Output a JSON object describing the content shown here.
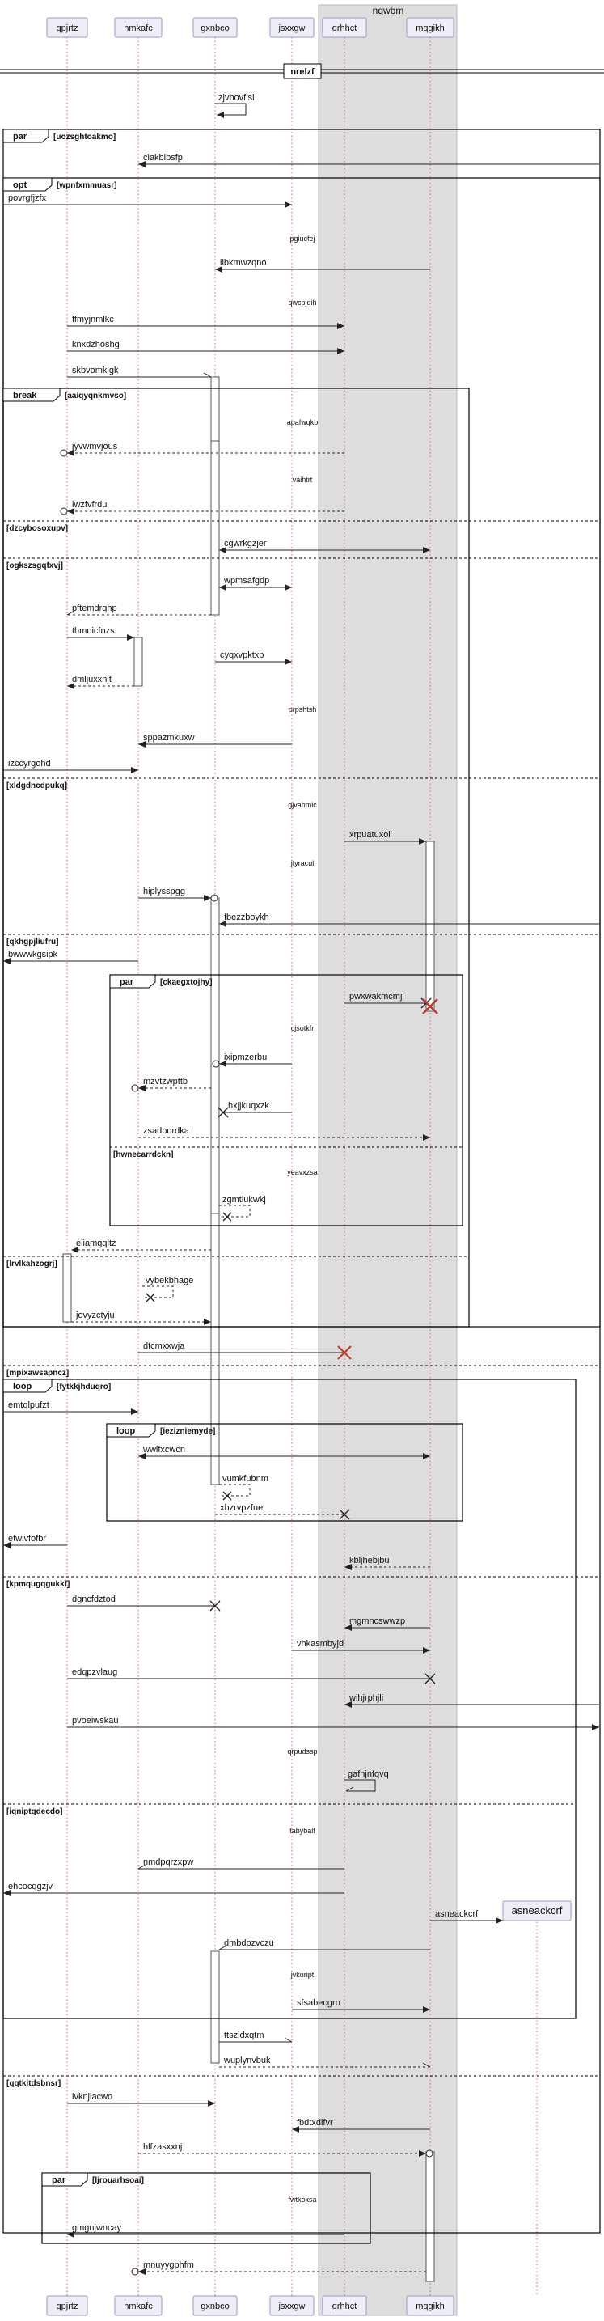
{
  "box": {
    "label": "nqwbm",
    "fill": "#dddddd"
  },
  "participants": [
    {
      "id": "qpjrtz",
      "label": "qpjrtz"
    },
    {
      "id": "hmkafc",
      "label": "hmkafc"
    },
    {
      "id": "gxnbco",
      "label": "gxnbco"
    },
    {
      "id": "jsxxgw",
      "label": "jsxxgw"
    },
    {
      "id": "qrhhct",
      "label": "qrhhct"
    },
    {
      "id": "mqgikh",
      "label": "mqgikh"
    },
    {
      "id": "asneackcrf",
      "label": "asneackcrf"
    }
  ],
  "dividers": [
    {
      "label": "nrelzf"
    }
  ],
  "messages": [
    {
      "label": "zjvbovfisi"
    },
    {
      "label": "ciakblbsfp"
    },
    {
      "label": "povrgfjzfx"
    },
    {
      "label": "pgiucfej"
    },
    {
      "label": "iibkmwzqno"
    },
    {
      "label": "qwcpjdih"
    },
    {
      "label": "ffmyjnmlkc"
    },
    {
      "label": "knxdzhoshg"
    },
    {
      "label": "skbvomkigk"
    },
    {
      "label": "apafwqkb"
    },
    {
      "label": "jyvwmvjous"
    },
    {
      "label": "vaihtrt"
    },
    {
      "label": "iwzfvfrdu"
    },
    {
      "label": "cgwrkgzjer"
    },
    {
      "label": "wpmsafgdp"
    },
    {
      "label": "pftemdrqhp"
    },
    {
      "label": "thmoicfnzs"
    },
    {
      "label": "cyqxvpktxp"
    },
    {
      "label": "dmljuxxnjt"
    },
    {
      "label": "prpshtsh"
    },
    {
      "label": "sppazmkuxw"
    },
    {
      "label": "izccyrgohd"
    },
    {
      "label": "gjvahmic"
    },
    {
      "label": "xrpuatuxoi"
    },
    {
      "label": "jtyracul"
    },
    {
      "label": "hiplysspgg"
    },
    {
      "label": "fbezzboykh"
    },
    {
      "label": "bwwwkgsipk"
    },
    {
      "label": "pwxwakmcmj"
    },
    {
      "label": "cjsotkfr"
    },
    {
      "label": "ixipmzerbu"
    },
    {
      "label": "mzvtzwpttb"
    },
    {
      "label": "hxjjkuqxzk"
    },
    {
      "label": "zsadbordka"
    },
    {
      "label": "yeavxzsa"
    },
    {
      "label": "zgmtlukwkj"
    },
    {
      "label": "eliamgqltz"
    },
    {
      "label": "vybekbhage"
    },
    {
      "label": "jovyzctyju"
    },
    {
      "label": "dtcmxxwja"
    },
    {
      "label": "emtqlpufzt"
    },
    {
      "label": "wwlfxcwcn"
    },
    {
      "label": "vumkfubnm"
    },
    {
      "label": "xhzrvpzfue"
    },
    {
      "label": "etwlvfofbr"
    },
    {
      "label": "kbljhebjbu"
    },
    {
      "label": "dgncfdztod"
    },
    {
      "label": "mgmncswwzp"
    },
    {
      "label": "vhkasmbyjd"
    },
    {
      "label": "edqpzvlaug"
    },
    {
      "label": "wihjrphjli"
    },
    {
      "label": "pvoeiwskau"
    },
    {
      "label": "qrpudssp"
    },
    {
      "label": "gafnjnfqvq"
    },
    {
      "label": "tabybalf"
    },
    {
      "label": "nmdpqrzxpw"
    },
    {
      "label": "ehcocqgzjv"
    },
    {
      "label": "asneackcrf"
    },
    {
      "label": "dmbdpzvczu"
    },
    {
      "label": "jvkuript"
    },
    {
      "label": "sfsabecgro"
    },
    {
      "label": "ttszidxqtm"
    },
    {
      "label": "wuplynvbuk"
    },
    {
      "label": "lvknjlacwo"
    },
    {
      "label": "fbdtxdlfvr"
    },
    {
      "label": "hlfzasxxnj"
    },
    {
      "label": "fwtkoxsa"
    },
    {
      "label": "gmgnjwncay"
    },
    {
      "label": "mnuyygphfm"
    }
  ],
  "fragments": [
    {
      "kind": "par",
      "condition": "[uozsghtoakmo]"
    },
    {
      "kind": "opt",
      "condition": "[wpnfxmmuasr]"
    },
    {
      "kind": "break",
      "condition": "[aaiqyqnkmvso]"
    },
    {
      "kind": "par",
      "condition": "[ckaegxtojhy]"
    },
    {
      "kind": "loop",
      "condition": "[fytkkjhduqro]"
    },
    {
      "kind": "loop",
      "condition": "[iezizniemyde]"
    },
    {
      "kind": "par",
      "condition": "[ljrouarhsoai]"
    }
  ],
  "sections": [
    {
      "label": "[dzcybosoxupv]"
    },
    {
      "label": "[ogkszsgqfxvj]"
    },
    {
      "label": "[xldgdncdpukq]"
    },
    {
      "label": "[qkhgpjliufru]"
    },
    {
      "label": "[hwnecarrdckn]"
    },
    {
      "label": "[lrvlkahzogrj]"
    },
    {
      "label": "[mpixawsapncz]"
    },
    {
      "label": "[kpmqugqgukkf]"
    },
    {
      "label": "[iqniptqdecdo]"
    },
    {
      "label": "[qqtkitdsbnsr]"
    }
  ]
}
